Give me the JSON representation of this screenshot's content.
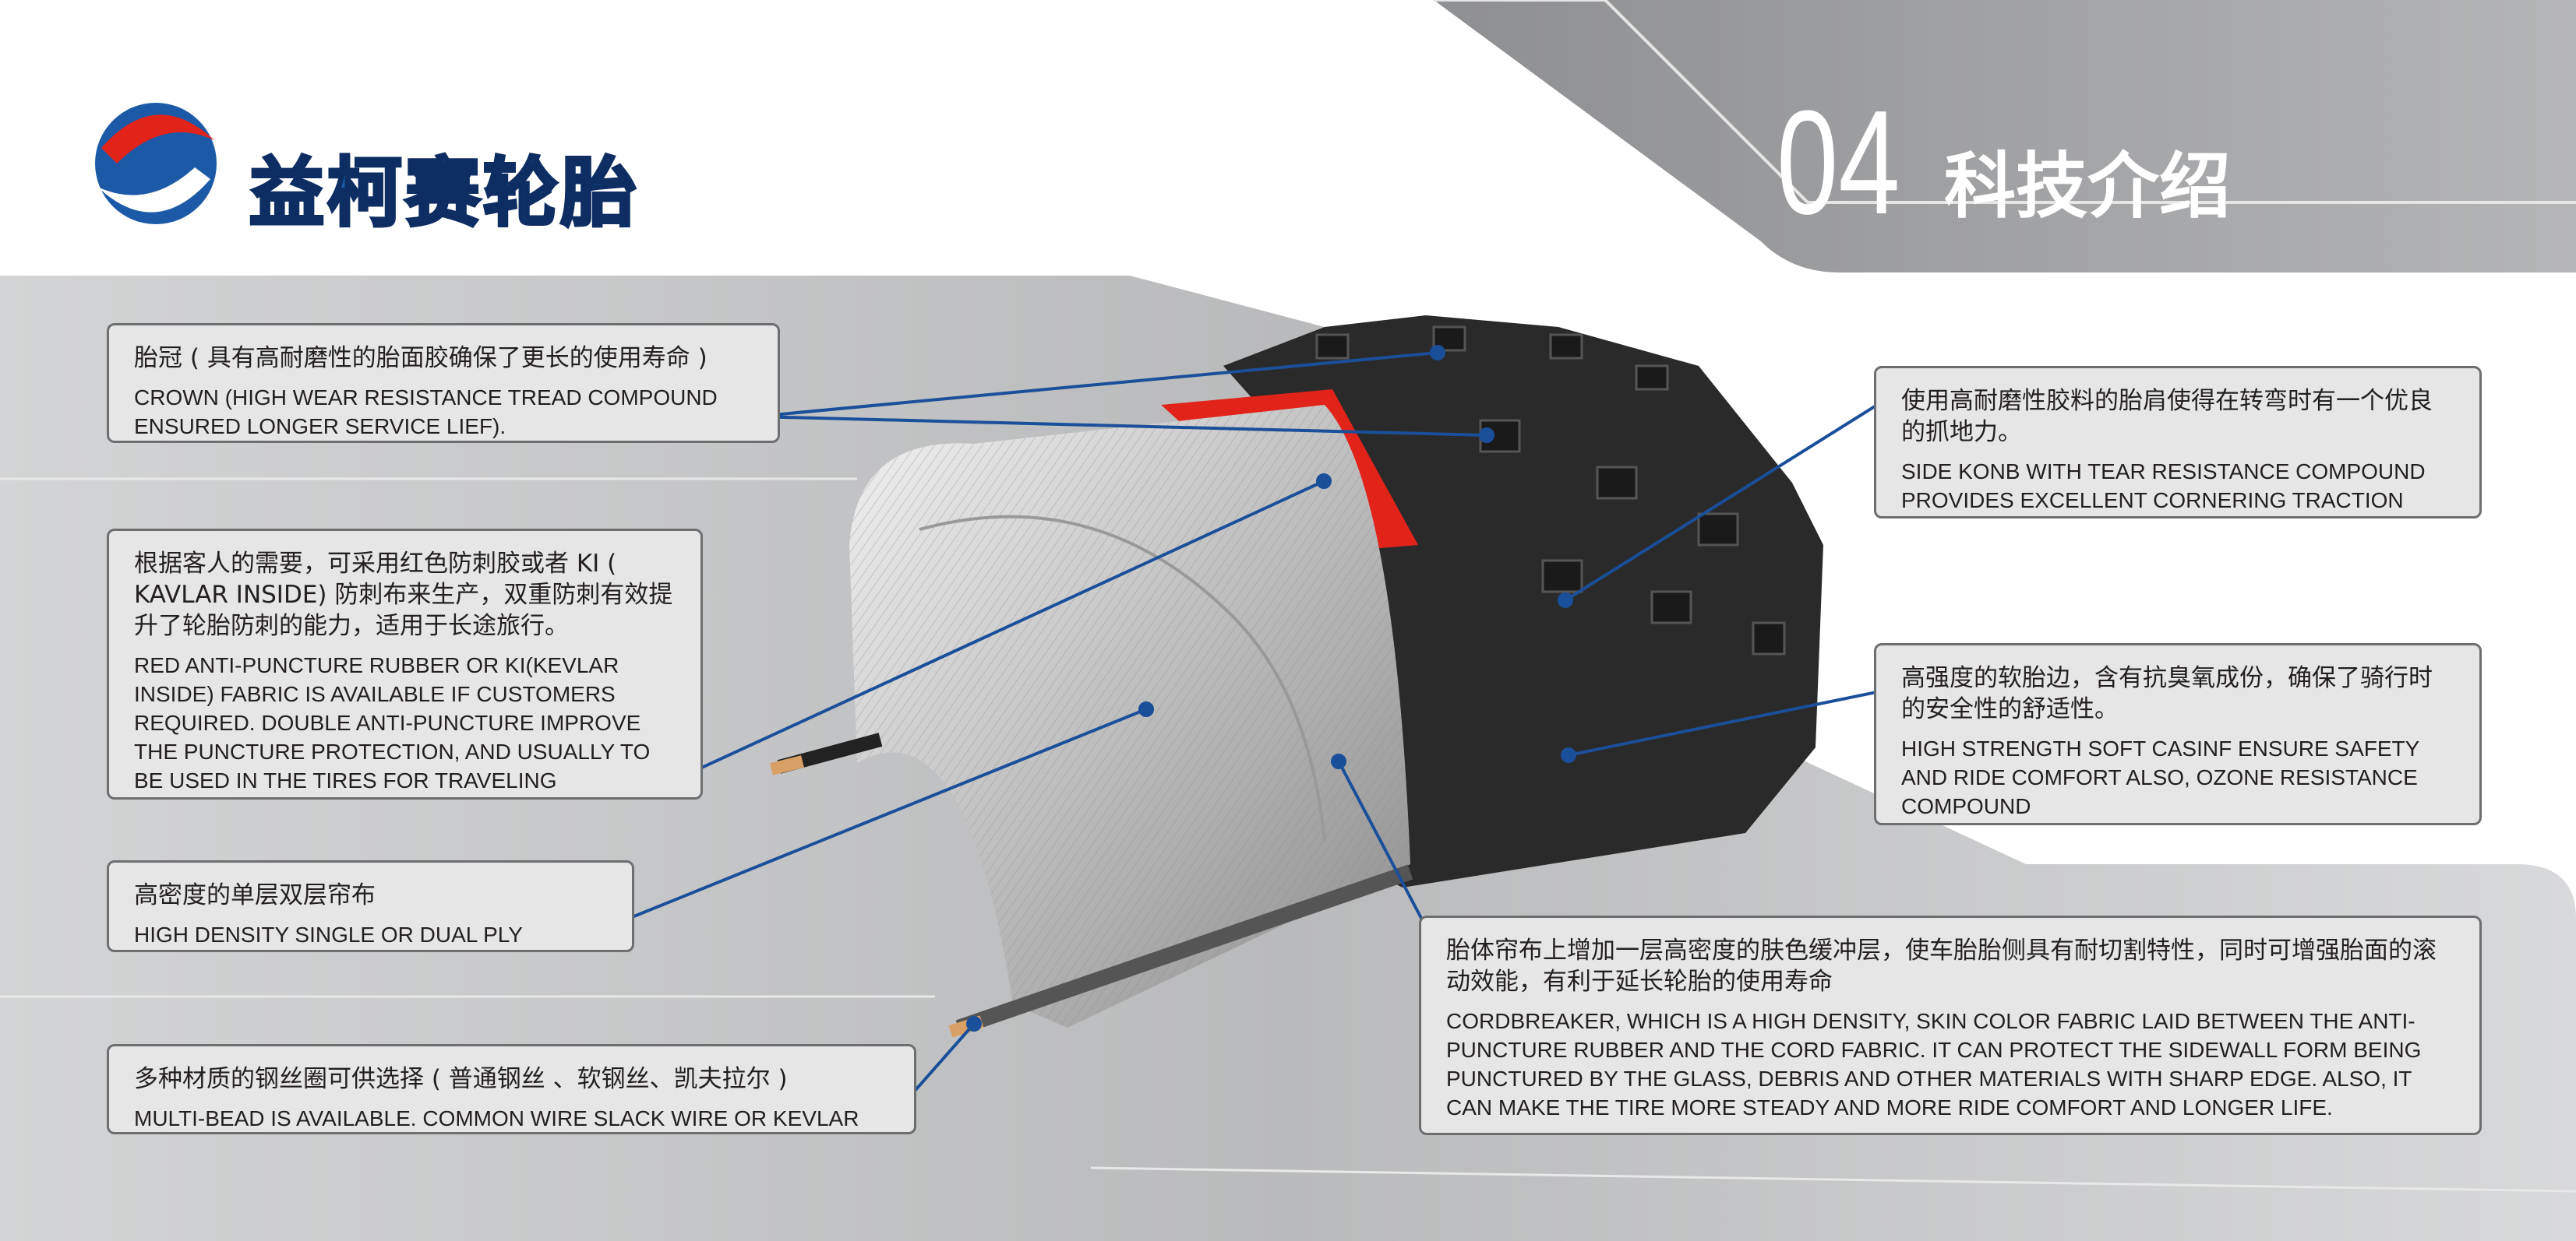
{
  "brand": {
    "name": "益柯赛轮胎"
  },
  "header": {
    "number": "04",
    "title": "科技介绍"
  },
  "colors": {
    "accent": "#1a4f9a",
    "red": "#e2231a",
    "tread": "#2a2a2a"
  },
  "callouts": [
    {
      "zh": "胎冠 ( 具有高耐磨性的胎面胶确保了更长的使用寿命 )",
      "en": "CROWN (HIGH WEAR RESISTANCE TREAD COMPOUND ENSURED LONGER SERVICE LIEF)."
    },
    {
      "zh": "根据客人的需要，可采用红色防刺胶或者 KI ( KAVLAR INSIDE) 防刺布来生产，双重防刺有效提升了轮胎防刺的能力，适用于长途旅行。",
      "en": "RED ANTI-PUNCTURE RUBBER OR KI(KEVLAR INSIDE) FABRIC IS AVAILABLE IF CUSTOMERS REQUIRED. DOUBLE ANTI-PUNCTURE IMPROVE THE PUNCTURE PROTECTION, AND USUALLY TO BE USED IN THE TIRES FOR TRAVELING"
    },
    {
      "zh": "高密度的单层双层帘布",
      "en": "HIGH DENSITY SINGLE OR DUAL PLY"
    },
    {
      "zh": "多种材质的钢丝圈可供选择 ( 普通钢丝 、软钢丝、凯夫拉尔 )",
      "en": "MULTI-BEAD IS AVAILABLE. COMMON WIRE SLACK WIRE OR KEVLAR"
    },
    {
      "zh": "使用高耐磨性胶料的胎肩使得在转弯时有一个优良的抓地力。",
      "en": "SIDE KONB WITH TEAR RESISTANCE COMPOUND PROVIDES EXCELLENT CORNERING TRACTION"
    },
    {
      "zh": "高强度的软胎边，含有抗臭氧成份，确保了骑行时的安全性的舒适性。",
      "en": "HIGH STRENGTH SOFT CASINF ENSURE SAFETY AND RIDE COMFORT ALSO, OZONE RESISTANCE COMPOUND"
    },
    {
      "zh": "胎体帘布上增加一层高密度的肤色缓冲层，使车胎胎侧具有耐切割特性，同时可增强胎面的滚动效能，有利于延长轮胎的使用寿命",
      "en": "CORDBREAKER, WHICH IS A HIGH DENSITY, SKIN COLOR FABRIC LAID BETWEEN THE ANTI-PUNCTURE RUBBER AND THE CORD FABRIC. IT CAN PROTECT THE SIDEWALL FORM BEING PUNCTURED BY THE GLASS, DEBRIS AND OTHER MATERIALS WITH SHARP EDGE. ALSO, IT CAN MAKE THE TIRE MORE STEADY AND MORE RIDE COMFORT AND LONGER LIFE."
    }
  ]
}
